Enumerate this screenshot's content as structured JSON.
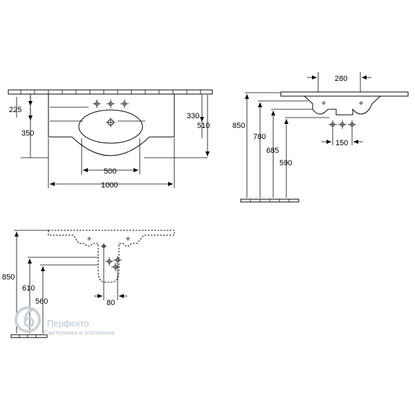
{
  "front_view": {
    "dims": {
      "d225": "225",
      "d350": "350",
      "d330": "330",
      "d510": "510",
      "d500": "500",
      "d1000": "1000"
    }
  },
  "side_view": {
    "dims": {
      "d280": "280",
      "d850": "850",
      "d780": "780",
      "d685": "685",
      "d590": "590",
      "d150": "150"
    }
  },
  "bottom_view": {
    "dims": {
      "d850": "850",
      "d610": "610",
      "d560": "560",
      "d80": "80"
    }
  },
  "watermark": {
    "title": "Перфекто",
    "subtitle": "Сантехника и отопление"
  },
  "colors": {
    "line": "#000000",
    "watermark": "#b8c4cc"
  }
}
